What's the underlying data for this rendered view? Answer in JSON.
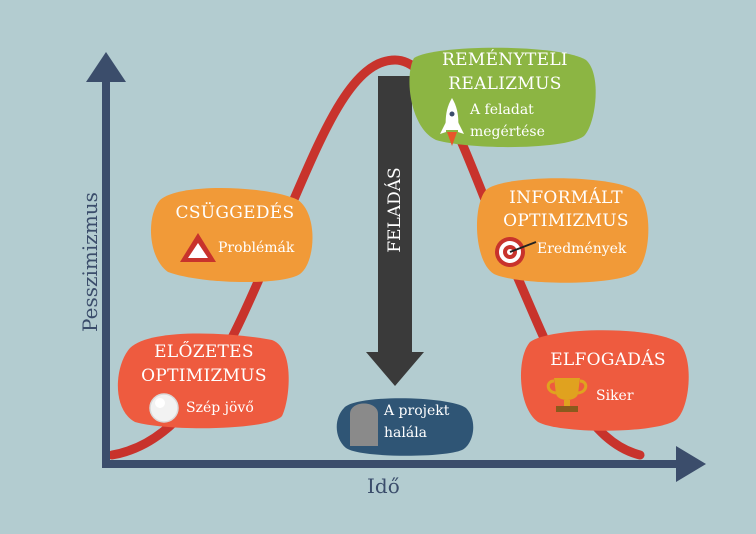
{
  "axes": {
    "y_label": "Pesszimizmus",
    "x_label": "Idő"
  },
  "arrow_label": "FELADÁS",
  "stages": {
    "initial_optimism": {
      "title_line1": "ELŐZETES",
      "title_line2": "OPTIMIZMUS",
      "caption": "Szép jövő",
      "icon": "crystal-ball-icon"
    },
    "despair": {
      "title": "CSÜGGEDÉS",
      "caption": "Problémák",
      "icon": "warning-triangle-icon"
    },
    "hopeful_realism": {
      "title_line1": "REMÉNYTELI",
      "title_line2": "REALIZMUS",
      "caption_line1": "A feladat",
      "caption_line2": "megértése",
      "icon": "rocket-icon"
    },
    "informed_optimism": {
      "title_line1": "INFORMÁLT",
      "title_line2": "OPTIMIZMUS",
      "caption": "Eredmények",
      "icon": "target-icon"
    },
    "acceptance": {
      "title": "ELFOGADÁS",
      "caption": "Siker",
      "icon": "trophy-icon"
    },
    "project_death": {
      "caption_line1": "A projekt",
      "caption_line2": "halála",
      "icon": "tombstone-icon"
    }
  },
  "colors": {
    "background": "#b3ccd0",
    "axis": "#3b4d6b",
    "curve": "#c8332c",
    "orange": "#f19a38",
    "red": "#ee5b3f",
    "green": "#8cb543",
    "navy": "#2f5575",
    "arrow": "#3a3a3a"
  }
}
